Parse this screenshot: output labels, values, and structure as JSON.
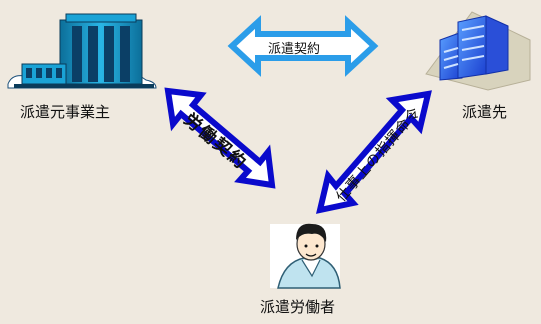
{
  "nodes": {
    "dispatcher": {
      "label": "派遣元事業主",
      "icon": "factory-building-icon"
    },
    "client": {
      "label": "派遣先",
      "icon": "office-building-icon"
    },
    "worker": {
      "label": "派遣労働者",
      "icon": "worker-person-icon"
    }
  },
  "relations": {
    "dispatch_contract": "派遣契約",
    "labor_contract": "労働契約",
    "work_instructions": "仕事上の指揮命令"
  },
  "colors": {
    "background": "#efe9df",
    "arrow_stroke": "#0a0acc",
    "arrow_fill": "#ffffff",
    "dispatch_arrow_stroke": "#2b9de9",
    "building_blue": "#1aa3d6"
  }
}
